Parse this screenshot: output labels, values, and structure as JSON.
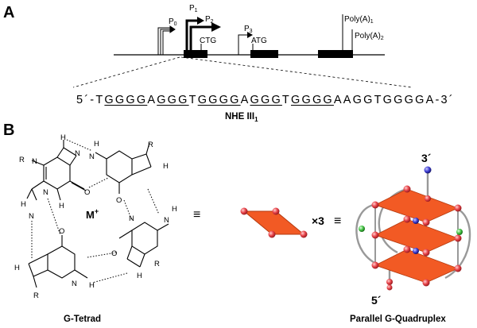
{
  "panels": {
    "a": "A",
    "b": "B"
  },
  "gene_map": {
    "promoters": {
      "p0": "P",
      "p0_sub": "0",
      "p1": "P",
      "p1_sub": "1",
      "p2": "P",
      "p2_sub": "2",
      "p3": "P",
      "p3_sub": "3"
    },
    "codons": {
      "ctg": "CTG",
      "atg": "ATG"
    },
    "polya": {
      "a1": "Poly(A)",
      "a1_sub": "1",
      "a2": "Poly(A)",
      "a2_sub": "2"
    }
  },
  "sequence": {
    "segments": [
      {
        "text": "5´-T",
        "underline": false
      },
      {
        "text": "GGGG",
        "underline": true
      },
      {
        "text": "A",
        "underline": false
      },
      {
        "text": "GGG",
        "underline": true
      },
      {
        "text": "T",
        "underline": false
      },
      {
        "text": "GGGG",
        "underline": true
      },
      {
        "text": "A",
        "underline": false
      },
      {
        "text": "GGG",
        "underline": true
      },
      {
        "text": "T",
        "underline": false
      },
      {
        "text": "GGGG",
        "underline": true
      },
      {
        "text": "AAGGTGGGGA-3´",
        "underline": false
      }
    ],
    "name": "NHE III",
    "name_sub": "1"
  },
  "tetrad": {
    "atoms": {
      "n": "N",
      "h": "H",
      "o": "O",
      "r": "R"
    },
    "ion": "M",
    "ion_charge": "+",
    "caption": "G-Tetrad"
  },
  "equiv": "≡",
  "times3": "×3",
  "quadruplex": {
    "end5": "5´",
    "end3": "3´",
    "caption": "Parallel G-Quadruplex"
  },
  "colors": {
    "plane": "#f25a24",
    "node": "#e8444a",
    "k_ion": "#3a3ad0",
    "na_ion": "#3fbf3f",
    "backbone": "#888888"
  }
}
